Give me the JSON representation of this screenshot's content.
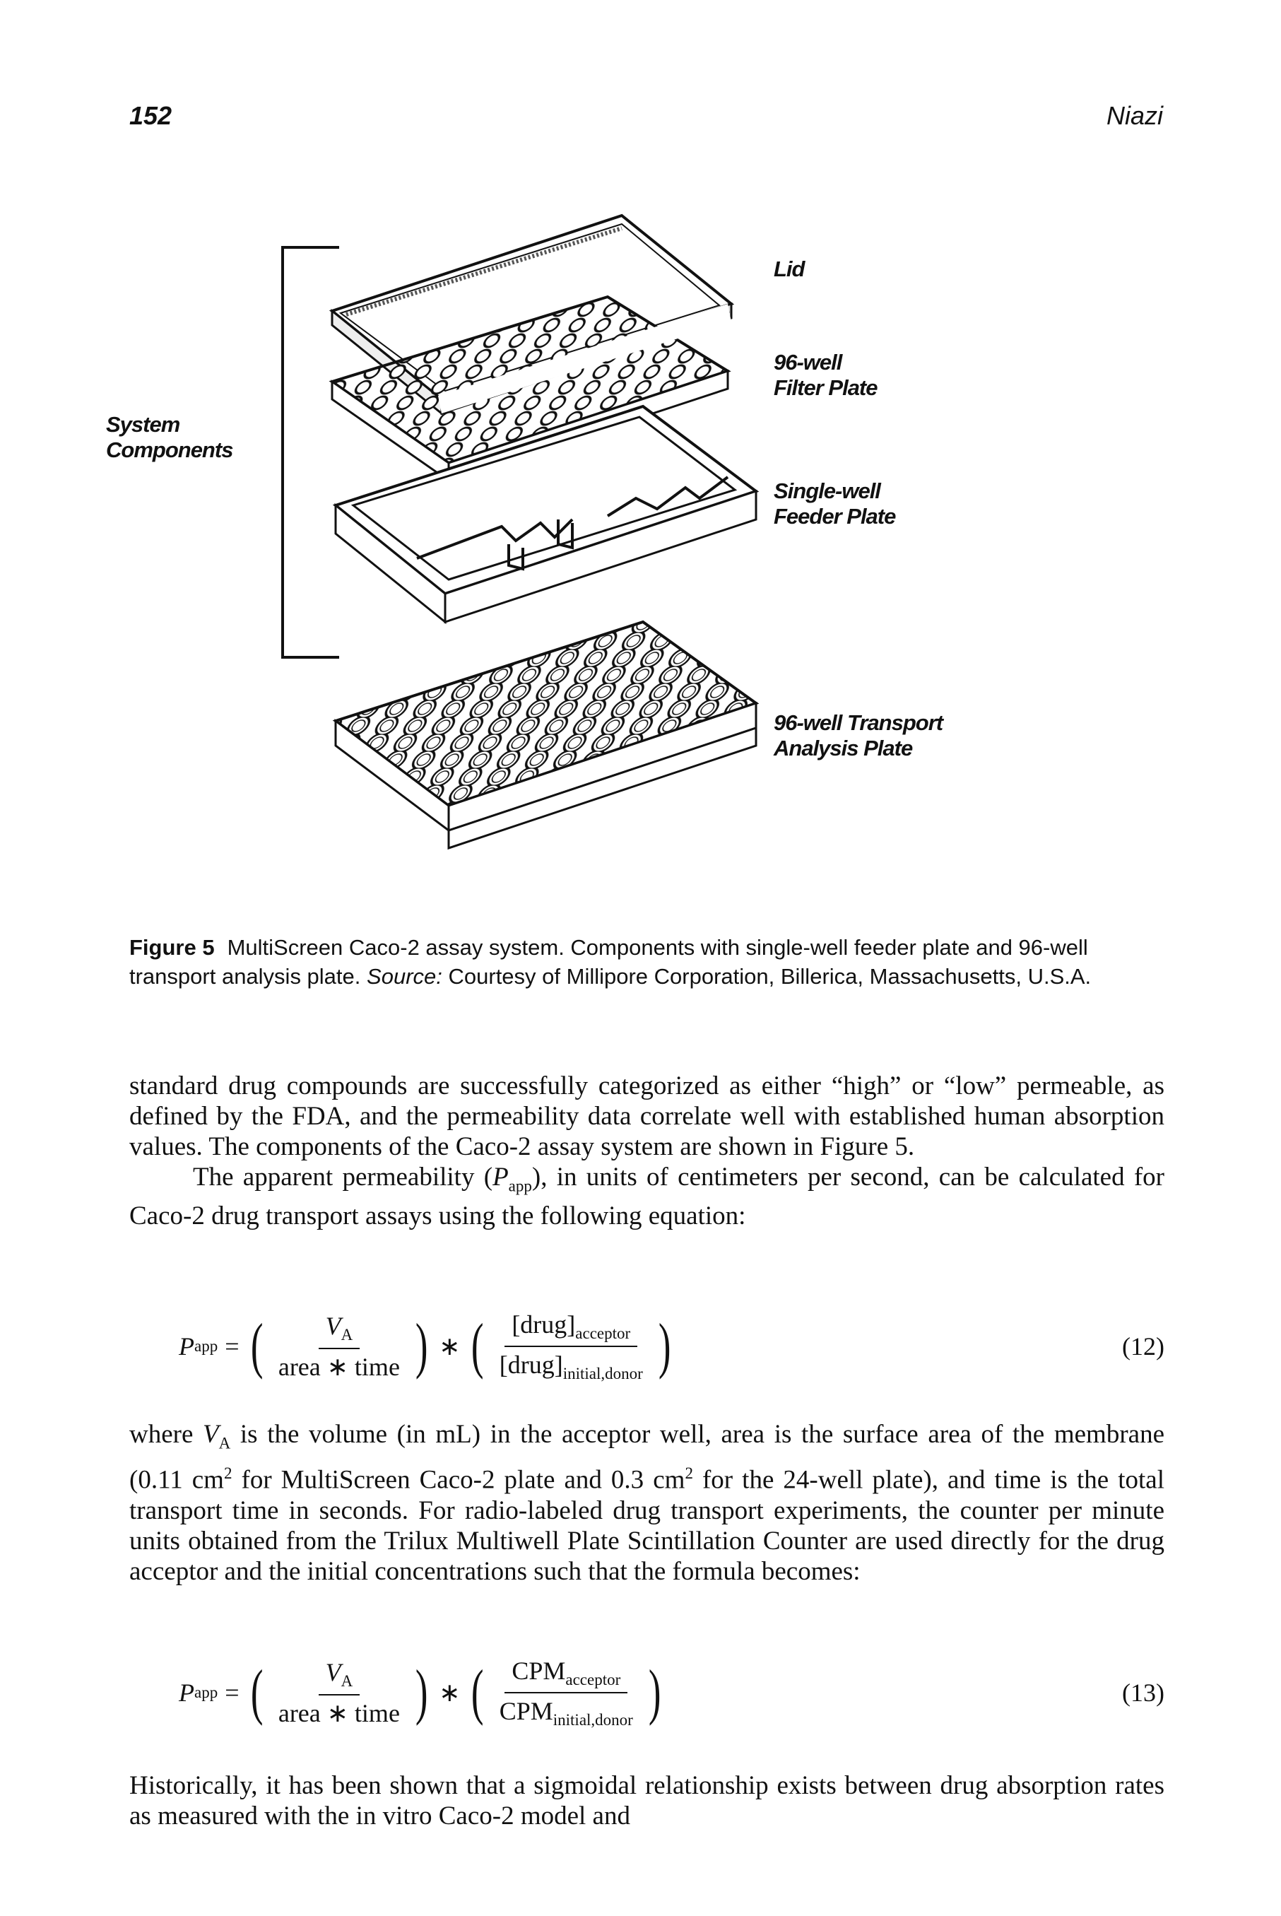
{
  "header": {
    "page_number": "152",
    "running_head": "Niazi"
  },
  "figure": {
    "labels": {
      "system_components_1": "System",
      "system_components_2": "Components",
      "lid": "Lid",
      "filter_plate_1": "96-well",
      "filter_plate_2": "Filter Plate",
      "feeder_plate_1": "Single-well",
      "feeder_plate_2": "Feeder Plate",
      "transport_plate_1": "96-well Transport",
      "transport_plate_2": "Analysis Plate"
    },
    "caption_number": "Figure 5",
    "caption_text": "MultiScreen Caco-2 assay system. Components with single-well feeder plate and 96-well transport analysis plate.",
    "caption_source_label": "Source:",
    "caption_source_text": "Courtesy of Millipore Corporation, Billerica, Massachusetts, U.S.A."
  },
  "body": {
    "p1": "standard drug compounds are successfully categorized as either “high” or “low” permeable, as defined by the FDA, and the permeability data correlate well with established human absorption values. The components of the Caco-2 assay system are shown in Figure 5.",
    "p2_a": "The apparent permeability (",
    "p2_var": "P",
    "p2_sub": "app",
    "p2_b": "), in units of centimeters per second, can be calculated for Caco-2 drug transport assays using the following equation:",
    "p3_a": "where ",
    "p3_var": "V",
    "p3_sub": "A",
    "p3_b": " is the volume (in mL) in the acceptor well, area is the surface area of the membrane (0.11 cm",
    "p3_sup1": "2",
    "p3_c": " for MultiScreen Caco-2 plate and 0.3 cm",
    "p3_sup2": "2",
    "p3_d": " for the 24-well plate), and time is the total transport time in seconds. For radio-labeled drug transport experiments, the counter per minute units obtained from the Trilux Multiwell Plate Scintillation Counter are used directly for the drug acceptor and the initial concentrations such that the formula becomes:",
    "p4": "Historically, it has been shown that a sigmoidal relationship exists between drug absorption rates as measured with the in vitro Caco-2 model and"
  },
  "equations": {
    "eq12": {
      "lhs": "P",
      "lhs_sub": "app",
      "eq": "=",
      "n1": "V",
      "n1_sub": "A",
      "d1": "area ∗ time",
      "op": "∗",
      "n2": "[drug]",
      "n2_sub": "acceptor",
      "d2": "[drug]",
      "d2_sub": "initial,donor",
      "number": "(12)"
    },
    "eq13": {
      "lhs": "P",
      "lhs_sub": "app",
      "eq": "=",
      "n1": "V",
      "n1_sub": "A",
      "d1": "area ∗ time",
      "op": "∗",
      "n2": "CPM",
      "n2_sub": "acceptor",
      "d2": "CPM",
      "d2_sub": "initial,donor",
      "number": "(13)"
    }
  }
}
